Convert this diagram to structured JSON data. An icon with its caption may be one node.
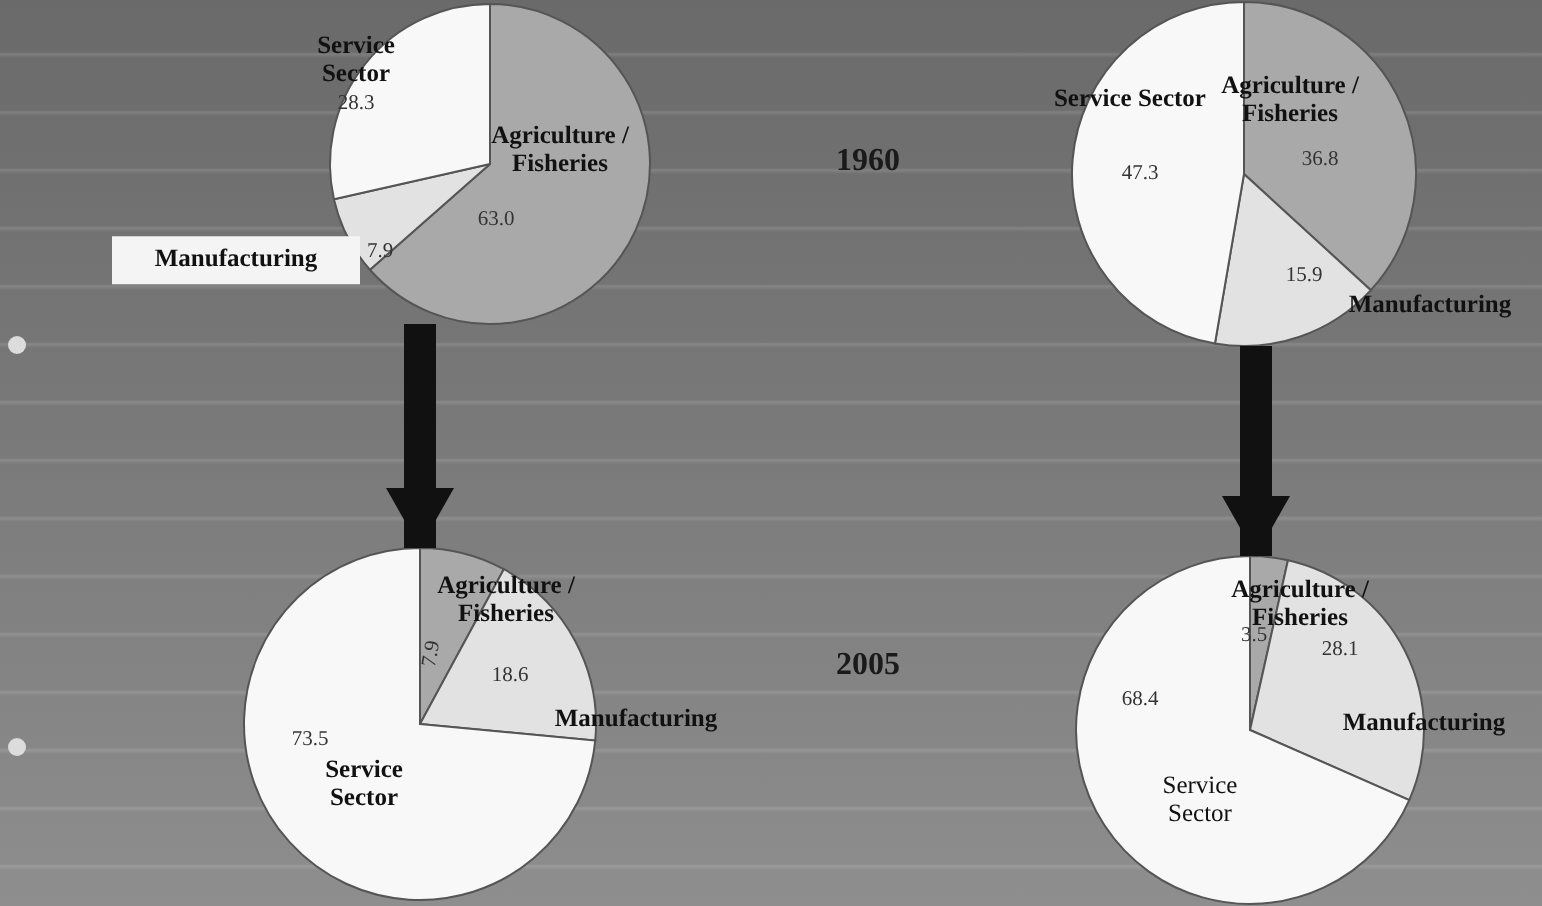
{
  "diagram": {
    "nodes": [
      {
        "text": [],
        "shape": "pie"
      },
      {
        "text": [],
        "shape": "pie"
      },
      {
        "text": [],
        "shape": "pie"
      },
      {
        "text": [],
        "shape": "pie"
      }
    ],
    "edges": [
      {
        "from": 0,
        "to": 2,
        "arrow": "to"
      },
      {
        "from": 1,
        "to": 3,
        "arrow": "to"
      }
    ],
    "labels": [
      "1960",
      "2005"
    ],
    "chart_data": [
      {
        "type": "pie",
        "categories": [
          "Agriculture / Fisheries",
          "Manufacturing",
          "Service Sector"
        ],
        "values": [
          63.0,
          7.9,
          28.3
        ],
        "value_labels": [
          "63.0",
          "7.9",
          "28.3"
        ]
      },
      {
        "type": "pie",
        "categories": [
          "Agriculture / Fisheries",
          "Manufacturing",
          "Service Sector"
        ],
        "values": [
          36.8,
          15.9,
          47.3
        ],
        "value_labels": [
          "36.8",
          "15.9",
          "47.3"
        ]
      },
      {
        "type": "pie",
        "categories": [
          "Agriculture / Fisheries",
          "Manufacturing",
          "Service Sector"
        ],
        "values": [
          7.9,
          18.6,
          73.5
        ],
        "value_labels": [
          "7.9",
          "18.6",
          "73.5"
        ]
      },
      {
        "type": "pie",
        "categories": [
          "Agriculture / Fisheries",
          "Manufacturing",
          "Service Sector"
        ],
        "values": [
          3.5,
          28.1,
          68.4
        ],
        "value_labels": [
          "3.5",
          "28.1",
          "68.4"
        ]
      }
    ]
  }
}
